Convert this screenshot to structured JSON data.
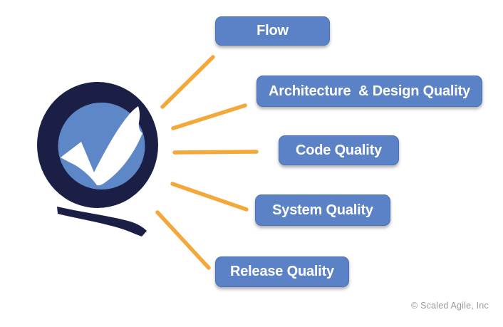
{
  "diagram": {
    "logo": {
      "name": "q-checkmark-logo",
      "letter": "Q",
      "symbol": "checkmark"
    },
    "nodes": [
      {
        "id": "flow",
        "label": "Flow"
      },
      {
        "id": "architecture-design-quality",
        "label": "Architecture  & Design Quality"
      },
      {
        "id": "code-quality",
        "label": "Code Quality"
      },
      {
        "id": "system-quality",
        "label": "System Quality"
      },
      {
        "id": "release-quality",
        "label": "Release Quality"
      }
    ],
    "copyright": "© Scaled Agile, Inc",
    "colors": {
      "background": "#ffffff",
      "box_fill": "#5b82c6",
      "box_border": "#4a72b4",
      "box_text": "#ffffff",
      "connector": "#f5a83a",
      "logo_navy": "#1b1f45",
      "logo_blue": "#5d87c6",
      "check": "#ffffff",
      "copyright_text": "#9a9a9a"
    }
  }
}
